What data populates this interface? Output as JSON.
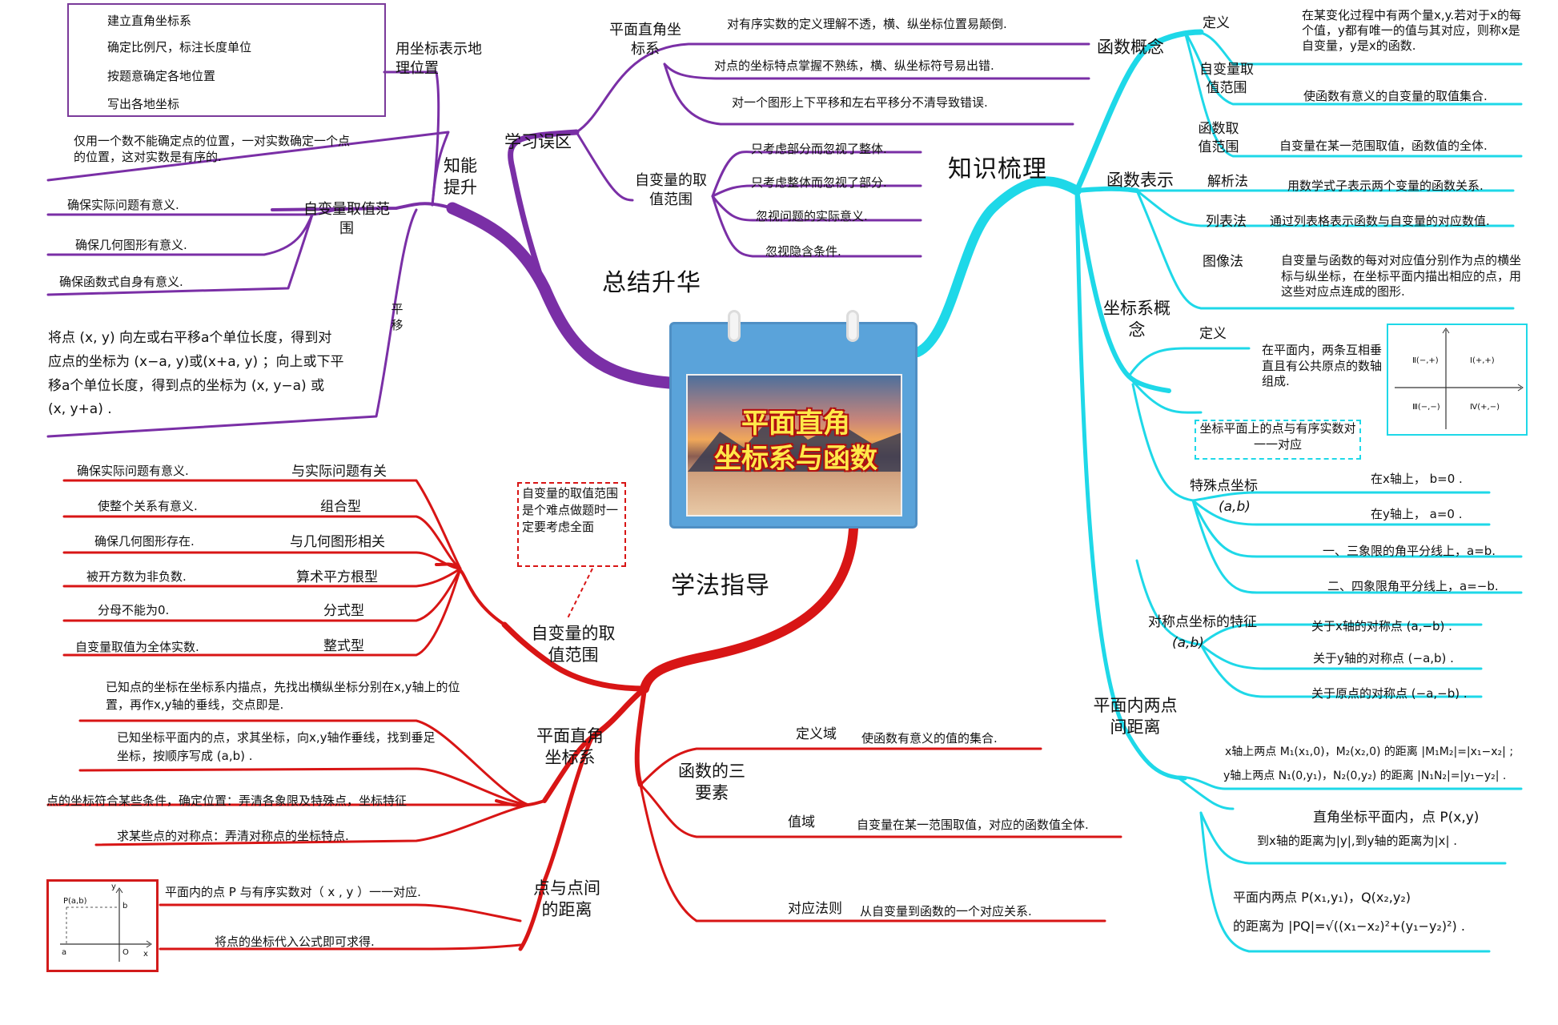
{
  "colors": {
    "purple": "#7a2fa6",
    "cyan": "#1ed8e8",
    "red": "#d81515",
    "title_yellow": "#ffe94a",
    "card_blue": "#5aa3da"
  },
  "center": {
    "title_line1": "平面直角",
    "title_line2": "坐标系与函数"
  },
  "branches": {
    "summary": {
      "title": "总结升华",
      "ability": {
        "title": "知能提升",
        "geo": {
          "title": "用坐标表示地理位置",
          "steps": [
            "建立直角坐标系",
            "确定比例尺，标注长度单位",
            "按题意确定各地位置",
            "写出各地坐标"
          ]
        },
        "ordered": "仅用一个数不能确定点的位置，一对实数确定一个点的位置，这对实数是有序的.",
        "range": {
          "title": "自变量取值范围",
          "items": [
            "确保实际问题有意义.",
            "确保几何图形有意义.",
            "确保函数式自身有意义."
          ]
        },
        "translate": {
          "title": "平移",
          "text": "将点 (x, y) 向左或右平移a个单位长度，得到对应点的坐标为 (x−a, y)或(x+a, y) ；向上或下平移a个单位长度，得到点的坐标为 (x, y−a) 或 (x, y+a) ."
        }
      },
      "mistakes": {
        "title": "学习误区",
        "plane": {
          "title": "平面直角坐标系",
          "items": [
            "对有序实数的定义理解不透，横、纵坐标位置易颠倒.",
            "对点的坐标特点掌握不熟练，横、纵坐标符号易出错.",
            "对一个图形上下平移和左右平移分不清导致错误."
          ]
        },
        "range": {
          "title": "自变量的取值范围",
          "items": [
            "只考虑部分而忽视了整体.",
            "只考虑整体而忽视了部分.",
            "忽视问题的实际意义.",
            "忽视隐含条件."
          ]
        }
      }
    },
    "knowledge": {
      "title": "知识梳理",
      "concept": {
        "title": "函数概念",
        "def": {
          "label": "定义",
          "text": "在某变化过程中有两个量x,y.若对于x的每个值，y都有唯一的值与其对应，则称x是自变量，y是x的函数."
        },
        "domain": {
          "label": "自变量取值范围",
          "text": "使函数有意义的自变量的取值集合."
        },
        "value": {
          "label": "函数取值范围",
          "text": "自变量在某一范围取值，函数值的全体."
        }
      },
      "repr": {
        "title": "函数表示",
        "items": [
          {
            "label": "解析法",
            "text": "用数学式子表示两个变量的函数关系."
          },
          {
            "label": "列表法",
            "text": "通过列表格表示函数与自变量的对应数值."
          },
          {
            "label": "图像法",
            "text": "自变量与函数的每对对应值分别作为点的横坐标与纵坐标，在坐标平面内描出相应的点，用这些对应点连成的图形."
          }
        ]
      },
      "coord": {
        "title": "坐标系概念",
        "def": {
          "label": "定义",
          "text": "在平面内，两条互相垂直且有公共原点的数轴组成."
        },
        "quadrants": [
          "Ⅱ(−,+)",
          "Ⅰ(+,+)",
          "Ⅲ(−,−)",
          "Ⅳ(+,−)"
        ],
        "pair_note": "坐标平面上的点与有序实数对一一对应",
        "special": {
          "title": "特殊点坐标",
          "var": "(a,b)",
          "items": [
            "在x轴上，  b=0 .",
            "在y轴上，  a=0 .",
            "一、三象限的角平分线上，a=b.",
            "二、四象限角平分线上，a=−b."
          ]
        },
        "sym": {
          "title": "对称点坐标的特征",
          "var": "(a,b)",
          "items": [
            "关于x轴的对称点 (a,−b) .",
            "关于y轴的对称点 (−a,b) .",
            "关于原点的对称点 (−a,−b) ."
          ]
        }
      },
      "dist": {
        "title": "平面内两点间距离",
        "axis_lines": [
          "x轴上两点 M₁(x₁,0)，M₂(x₂,0) 的距离 |M₁M₂|=|x₁−x₂| ;",
          "y轴上两点 N₁(0,y₁)，N₂(0,y₂) 的距离 |N₁N₂|=|y₁−y₂| ."
        ],
        "point_axis": [
          "直角坐标平面内，点 P(x,y)",
          "到x轴的距离为|y|,到y轴的距离为|x| ."
        ],
        "two_points": [
          "平面内两点 P(x₁,y₁)，Q(x₂,y₂)",
          "的距离为 |PQ|=√((x₁−x₂)²+(y₁−y₂)²) ."
        ]
      }
    },
    "method": {
      "title": "学法指导",
      "note": "自变量的取值范围是个难点做题时一定要考虑全面",
      "range": {
        "title": "自变量的取值范围",
        "rows": [
          {
            "text": "确保实际问题有意义.",
            "label": "与实际问题有关"
          },
          {
            "text": "使整个关系有意义.",
            "label": "组合型"
          },
          {
            "text": "确保几何图形存在.",
            "label": "与几何图形相关"
          },
          {
            "text": "被开方数为非负数.",
            "label": "算术平方根型"
          },
          {
            "text": "分母不能为0.",
            "label": "分式型"
          },
          {
            "text": "自变量取值为全体实数.",
            "label": "整式型"
          }
        ]
      },
      "plane": {
        "title": "平面直角坐标系",
        "items": [
          "已知点的坐标在坐标系内描点，先找出横纵坐标分别在x,y轴上的位置，再作x,y轴的垂线，交点即是.",
          "已知坐标平面内的点，求其坐标，向x,y轴作垂线，找到垂足坐标，按顺序写成 (a,b) .",
          "点的坐标符合某些条件，确定位置：弄清各象限及特殊点，坐标特征",
          "求某些点的对称点：弄清对称点的坐标特点."
        ]
      },
      "points": {
        "title": "点与点间的距离",
        "items": [
          "平面内的点 P 与有序实数对（ x , y ）一一对应.",
          "将点的坐标代入公式即可求得."
        ],
        "fig_label": "P(a,b)",
        "fig_b": "b",
        "fig_a": "a",
        "fig_o": "O",
        "fig_x": "x",
        "fig_y": "y"
      },
      "three": {
        "title": "函数的三要素",
        "items": [
          {
            "label": "定义域",
            "text": "使函数有意义的值的集合."
          },
          {
            "label": "值域",
            "text": "自变量在某一范围取值，对应的函数值全体."
          },
          {
            "label": "对应法则",
            "text": "从自变量到函数的一个对应关系."
          }
        ]
      }
    }
  }
}
